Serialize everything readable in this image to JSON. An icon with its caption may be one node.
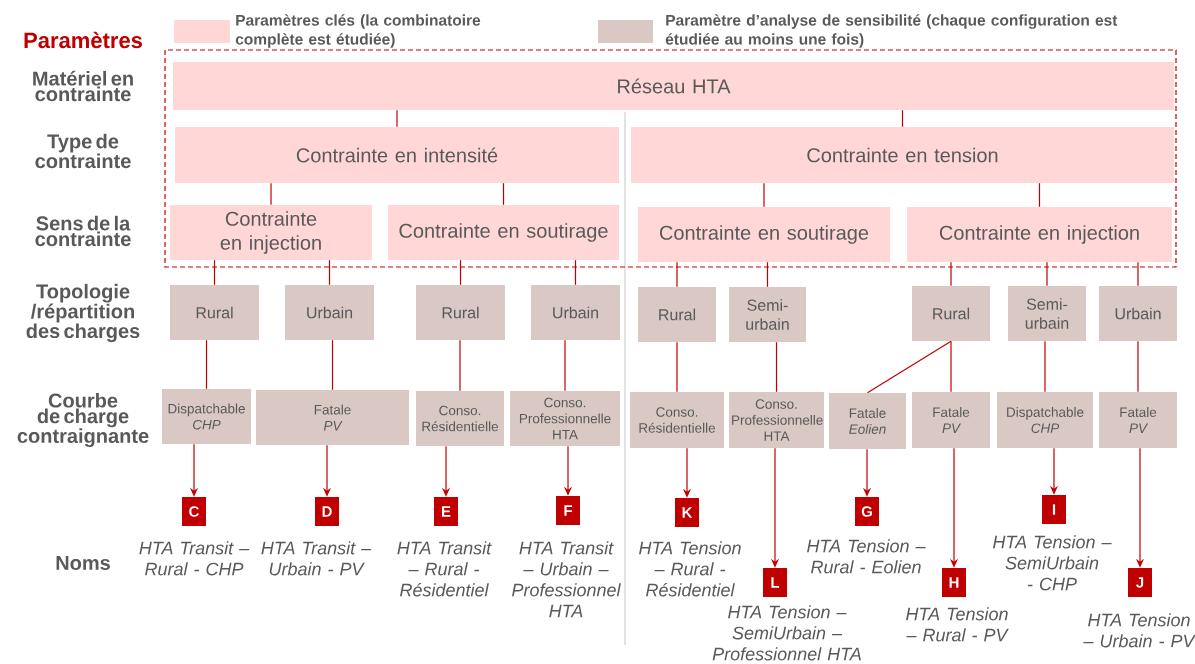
{
  "diagram": {
    "nodes": [
      {
        "text": [
          "Réseau HTA"
        ]
      },
      {
        "text": [
          "Contrainte en intensité"
        ]
      },
      {
        "text": [
          "Contrainte en tension"
        ]
      },
      {
        "text": [
          "Contrainte en injection"
        ]
      },
      {
        "text": [
          "Contrainte en soutirage"
        ]
      },
      {
        "text": [
          "Contrainte en soutirage"
        ]
      },
      {
        "text": [
          "Contrainte en injection"
        ]
      },
      {
        "text": [
          "Rural"
        ]
      },
      {
        "text": [
          "Urbain"
        ]
      },
      {
        "text": [
          "Rural"
        ]
      },
      {
        "text": [
          "Urbain"
        ]
      },
      {
        "text": [
          "Rural"
        ]
      },
      {
        "text": [
          "Semi-urbain"
        ]
      },
      {
        "text": [
          "Rural"
        ]
      },
      {
        "text": [
          "Semi-urbain"
        ]
      },
      {
        "text": [
          "Urbain"
        ]
      },
      {
        "text": [
          "Dispatchable",
          "CHP"
        ]
      },
      {
        "text": [
          "Fatale",
          "PV"
        ]
      },
      {
        "text": [
          "Conso. Résidentielle"
        ]
      },
      {
        "text": [
          "Conso. Professionnelle HTA"
        ]
      },
      {
        "text": [
          "Conso. Résidentielle"
        ]
      },
      {
        "text": [
          "Conso. Professionnelle HTA"
        ]
      },
      {
        "text": [
          "Fatale",
          "Eolien"
        ]
      },
      {
        "text": [
          "Fatale",
          "PV"
        ]
      },
      {
        "text": [
          "Dispatchable",
          "CHP"
        ]
      },
      {
        "text": [
          "Fatale",
          "PV"
        ]
      },
      {
        "text": [
          "C"
        ],
        "beside": [
          "HTA Transit – Rural - CHP"
        ]
      },
      {
        "text": [
          "D"
        ],
        "beside": [
          "HTA Transit – Urbain - PV"
        ]
      },
      {
        "text": [
          "E"
        ],
        "beside": [
          "HTA Transit – Rural - Résidentiel"
        ]
      },
      {
        "text": [
          "F"
        ],
        "beside": [
          "HTA Transit – Urbain – Professionnel HTA"
        ]
      },
      {
        "text": [
          "K"
        ],
        "beside": [
          "HTA Tension – Rural - Résidentiel"
        ]
      },
      {
        "text": [
          "L"
        ],
        "beside": [
          "HTA Tension – SemiUrbain – Professionnel HTA"
        ]
      },
      {
        "text": [
          "G"
        ],
        "beside": [
          "HTA Tension – Rural - Eolien"
        ]
      },
      {
        "text": [
          "H"
        ],
        "beside": [
          "HTA Tension – Rural - PV"
        ]
      },
      {
        "text": [
          "I"
        ],
        "beside": [
          "HTA Tension – SemiUrbain - CHP"
        ]
      },
      {
        "text": [
          "J"
        ],
        "beside": [
          "HTA Tension – Urbain - PV"
        ]
      }
    ],
    "edges": [
      {
        "from": 0,
        "to": 1,
        "arrow": "none"
      },
      {
        "from": 0,
        "to": 2,
        "arrow": "none"
      },
      {
        "from": 1,
        "to": 3,
        "arrow": "none"
      },
      {
        "from": 1,
        "to": 4,
        "arrow": "none"
      },
      {
        "from": 2,
        "to": 5,
        "arrow": "none"
      },
      {
        "from": 2,
        "to": 6,
        "arrow": "none"
      },
      {
        "from": 3,
        "to": 7,
        "arrow": "none"
      },
      {
        "from": 3,
        "to": 8,
        "arrow": "none"
      },
      {
        "from": 4,
        "to": 9,
        "arrow": "none"
      },
      {
        "from": 4,
        "to": 10,
        "arrow": "none"
      },
      {
        "from": 5,
        "to": 11,
        "arrow": "none"
      },
      {
        "from": 5,
        "to": 12,
        "arrow": "none"
      },
      {
        "from": 6,
        "to": 13,
        "arrow": "none"
      },
      {
        "from": 6,
        "to": 14,
        "arrow": "none"
      },
      {
        "from": 6,
        "to": 15,
        "arrow": "none"
      },
      {
        "from": 7,
        "to": 16,
        "arrow": "none"
      },
      {
        "from": 8,
        "to": 17,
        "arrow": "none"
      },
      {
        "from": 9,
        "to": 18,
        "arrow": "none"
      },
      {
        "from": 10,
        "to": 19,
        "arrow": "none"
      },
      {
        "from": 11,
        "to": 20,
        "arrow": "none"
      },
      {
        "from": 12,
        "to": 21,
        "arrow": "none"
      },
      {
        "from": 13,
        "to": 22,
        "arrow": "none"
      },
      {
        "from": 13,
        "to": 23,
        "arrow": "none"
      },
      {
        "from": 14,
        "to": 24,
        "arrow": "none"
      },
      {
        "from": 15,
        "to": 25,
        "arrow": "none"
      },
      {
        "from": 16,
        "to": 26,
        "arrow": "to"
      },
      {
        "from": 17,
        "to": 27,
        "arrow": "to"
      },
      {
        "from": 18,
        "to": 28,
        "arrow": "to"
      },
      {
        "from": 19,
        "to": 29,
        "arrow": "to"
      },
      {
        "from": 20,
        "to": 30,
        "arrow": "to"
      },
      {
        "from": 21,
        "to": 31,
        "arrow": "to"
      },
      {
        "from": 22,
        "to": 32,
        "arrow": "to"
      },
      {
        "from": 23,
        "to": 33,
        "arrow": "to"
      },
      {
        "from": 24,
        "to": 34,
        "arrow": "to"
      },
      {
        "from": 25,
        "to": 35,
        "arrow": "to"
      }
    ],
    "labels": [
      "Paramètres",
      "Matériel en contrainte",
      "Type de contrainte",
      "Sens de la contrainte",
      "Topologie /répartition des charges",
      "Courbe de charge contraignante",
      "Noms"
    ],
    "legend": [
      {
        "text": "Paramètres clés (la combinatoire complète est étudiée)",
        "color": "#ffd7d7"
      },
      {
        "text": "Paramètre d’analyse de sensibilité (chaque configuration est étudiée au moins une fois)",
        "color": "#d9c8c4"
      }
    ]
  }
}
